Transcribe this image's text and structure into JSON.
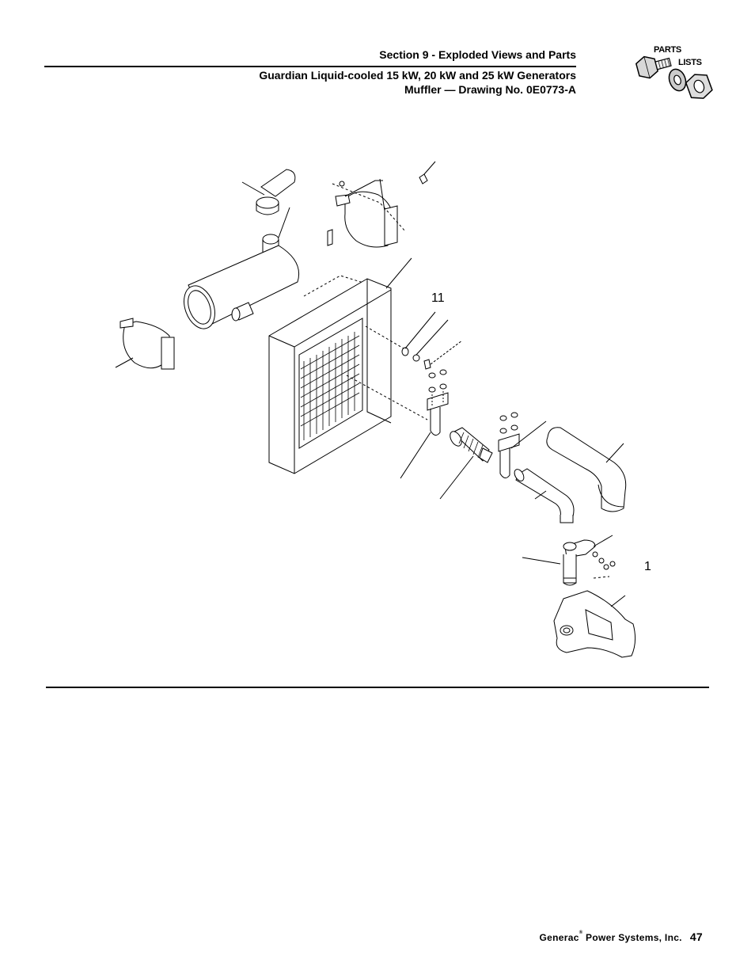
{
  "header": {
    "section": "Section 9 - Exploded Views and Parts",
    "subtitle": "Guardian Liquid-cooled 15 kW, 20 kW and 25 kW Generators",
    "drawing": "Muffler — Drawing No. 0E0773-A"
  },
  "badge": {
    "line1": "PARTS",
    "line2": "LISTS",
    "icon": "bolt-washer-nut-icon"
  },
  "callouts": {
    "c11": "11",
    "c1": "1"
  },
  "footer": {
    "company": "Generac",
    "mark": "®",
    "company_rest": " Power Systems, Inc.",
    "page": "47"
  }
}
